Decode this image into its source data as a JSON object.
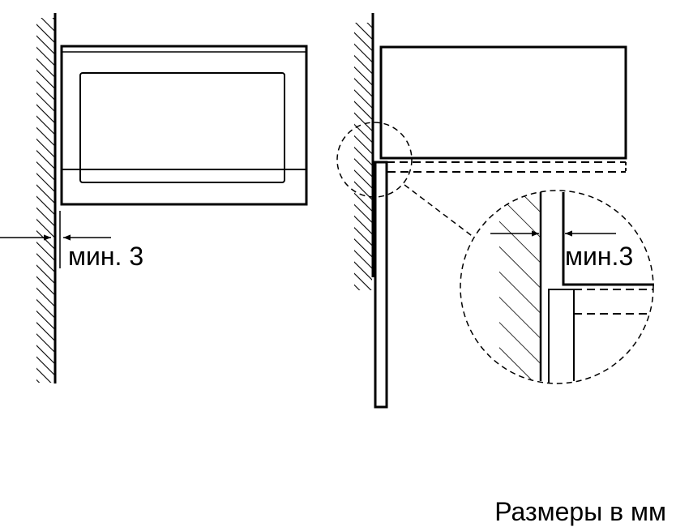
{
  "left_view": {
    "dimension_label": "мин. 3"
  },
  "detail_view": {
    "dimension_label": "мин.3"
  },
  "footer": {
    "units_note": "Размеры в мм"
  },
  "colors": {
    "line": "#000000",
    "background": "#ffffff"
  }
}
